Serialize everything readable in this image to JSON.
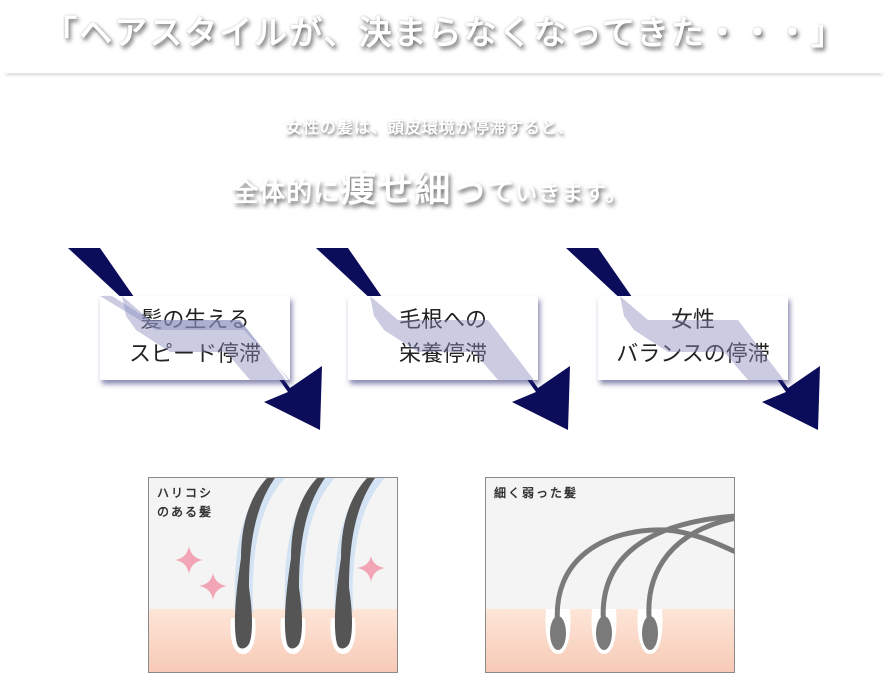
{
  "headline": "「ヘアスタイルが、決まらなくなってきた・・・」",
  "lead": "女性の髪は、頭皮環境が停滞すると、",
  "main_message": {
    "part1": "全体的に",
    "part2": "痩せ細っ",
    "part3": "て",
    "part4": "いきます。"
  },
  "causes": [
    {
      "line1": "髪の生える",
      "line2": "スピード停滞"
    },
    {
      "line1": "毛根への",
      "line2": "栄養停滞"
    },
    {
      "line1": "女性",
      "line2": "バランスの停滞"
    }
  ],
  "panels": [
    {
      "label_line1": "ハリコシ",
      "label_line2": "のある髪",
      "type": "healthy-hair"
    },
    {
      "label_line1": "細く弱った髪",
      "label_line2": "",
      "type": "weak-hair"
    }
  ],
  "colors": {
    "arrow": "#0b0c5a",
    "arrow_overlay": "#c9cadf",
    "scalp_top": "#fde4d6",
    "scalp_bottom": "#f7cbb8",
    "healthy_hair": "#555555",
    "hair_glow": "#d3e3f3",
    "weak_hair": "#7a7a7a",
    "sparkle": "#f2a5b5",
    "panel_bg": "#f4f4f4"
  }
}
